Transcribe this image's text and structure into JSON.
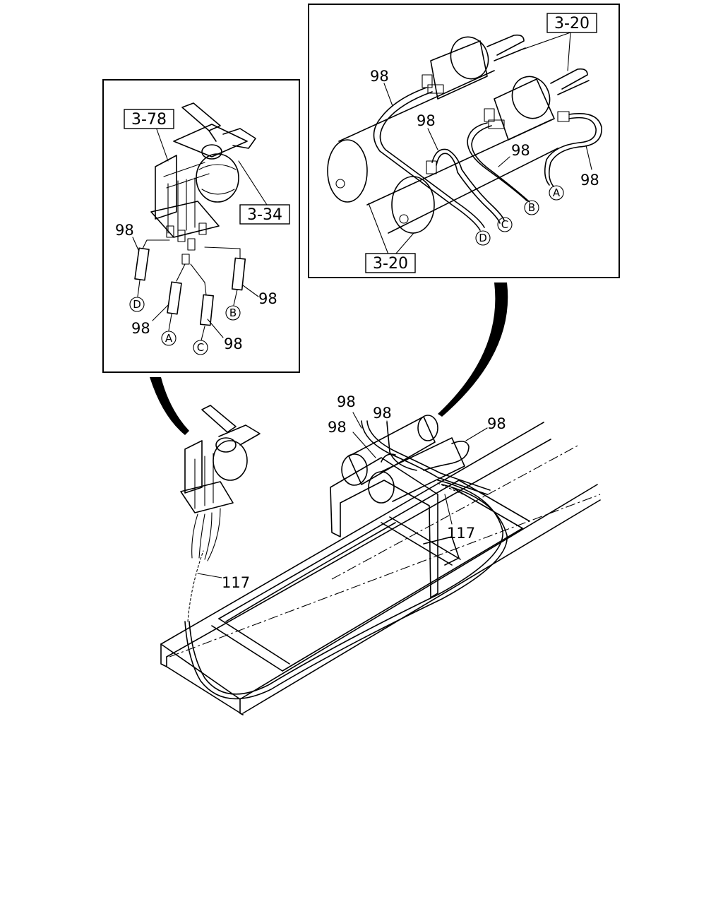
{
  "refs": {
    "r_3_78": "3-78",
    "r_3_34": "3-34",
    "r_3_20_top": "3-20",
    "r_3_20_bottom": "3-20"
  },
  "part_98": "98",
  "part_117": "117",
  "connectors": {
    "a": "A",
    "b": "B",
    "c": "C",
    "d": "D"
  }
}
